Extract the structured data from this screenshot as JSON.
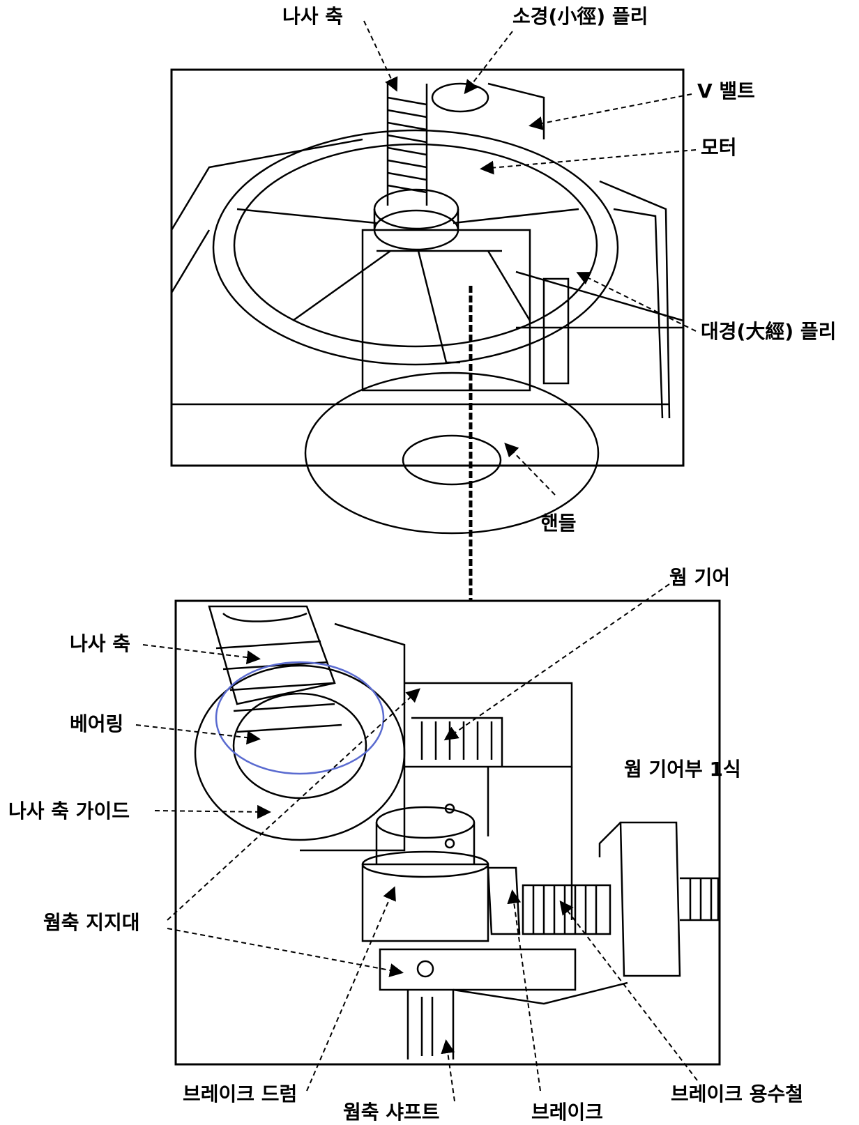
{
  "top_labels": {
    "screw_shaft": "나사 축",
    "small_pulley": "소경(小徑) 플리",
    "v_belt": "V 밸트",
    "motor": "모터",
    "large_pulley": "대경(大經) 플리",
    "handle": "핸들"
  },
  "bottom_labels": {
    "worm_gear": "웜 기어",
    "screw_shaft": "나사 축",
    "bearing": "베어링",
    "worm_gear_unit": "웜 기어부 1식",
    "screw_shaft_guide": "나사 축 가이드",
    "worm_shaft_support": "웜축 지지대",
    "brake_drum": "브레이크 드럼",
    "worm_shaft": "웜축 샤프트",
    "brake": "브레이크",
    "brake_spring_steel": "브레이크 용수철"
  },
  "colors": {
    "line": "#000000",
    "background": "#ffffff",
    "bearing_accent": "#5a6bd0"
  }
}
